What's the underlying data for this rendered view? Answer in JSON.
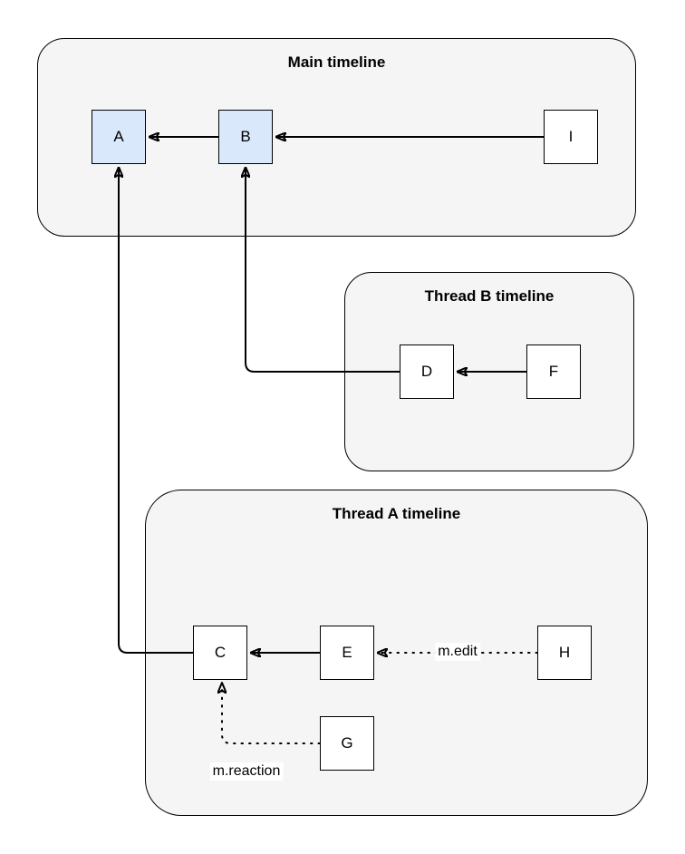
{
  "diagram": {
    "containers": [
      {
        "id": "main",
        "title": "Main timeline"
      },
      {
        "id": "thread-b",
        "title": "Thread B timeline"
      },
      {
        "id": "thread-a",
        "title": "Thread A timeline"
      }
    ],
    "nodes": [
      {
        "id": "A",
        "label": "A",
        "fill": "#dae8fc",
        "container": "main"
      },
      {
        "id": "B",
        "label": "B",
        "fill": "#dae8fc",
        "container": "main"
      },
      {
        "id": "I",
        "label": "I",
        "fill": "#ffffff",
        "container": "main"
      },
      {
        "id": "D",
        "label": "D",
        "fill": "#ffffff",
        "container": "thread-b"
      },
      {
        "id": "F",
        "label": "F",
        "fill": "#ffffff",
        "container": "thread-b"
      },
      {
        "id": "C",
        "label": "C",
        "fill": "#ffffff",
        "container": "thread-a"
      },
      {
        "id": "E",
        "label": "E",
        "fill": "#ffffff",
        "container": "thread-a"
      },
      {
        "id": "H",
        "label": "H",
        "fill": "#ffffff",
        "container": "thread-a"
      },
      {
        "id": "G",
        "label": "G",
        "fill": "#ffffff",
        "container": "thread-a"
      }
    ],
    "edges": [
      {
        "from": "B",
        "to": "A",
        "style": "solid",
        "label": ""
      },
      {
        "from": "I",
        "to": "B",
        "style": "solid",
        "label": ""
      },
      {
        "from": "F",
        "to": "D",
        "style": "solid",
        "label": ""
      },
      {
        "from": "D",
        "to": "B",
        "style": "solid",
        "label": ""
      },
      {
        "from": "C",
        "to": "A",
        "style": "solid",
        "label": ""
      },
      {
        "from": "E",
        "to": "C",
        "style": "solid",
        "label": ""
      },
      {
        "from": "H",
        "to": "E",
        "style": "dotted",
        "label": "m.edit"
      },
      {
        "from": "G",
        "to": "C",
        "style": "dotted",
        "label": "m.reaction"
      }
    ],
    "colors": {
      "container_fill": "#f5f5f5",
      "node_blue_fill": "#dae8fc",
      "node_white_fill": "#ffffff",
      "stroke": "#000000",
      "background": "#ffffff"
    }
  }
}
